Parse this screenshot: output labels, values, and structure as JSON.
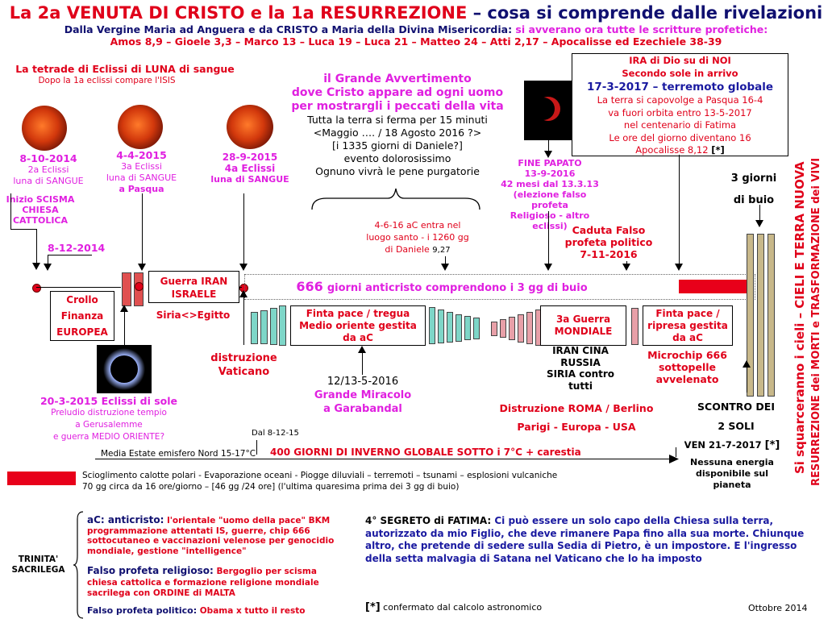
{
  "title": {
    "part1": "La 2a VENUTA DI CRISTO e la 1a RESURREZIONE",
    "part2": " – cosa si comprende dalle rivelazioni"
  },
  "subtitle": {
    "part1": "Dalla Vergine Maria ad Anguera e da CRISTO a Maria della Divina Misericordia:",
    "part2": " si avverano ora tutte le scritture profetiche:"
  },
  "references": "Amos 8,9 – Gioele 3,3 – Marco 13 – Luca 19 – Luca 21 – Matteo 24 – Atti 2,17 – Apocalisse ed Ezechiele 38-39",
  "tetrad": {
    "title": "La tetrade di Eclissi di LUNA di sangue",
    "sub": "Dopo la 1a eclissi compare l'ISIS"
  },
  "eclipse1": {
    "date": "8-10-2014",
    "l1": "2a Eclissi",
    "l2": "luna di SANGUE"
  },
  "eclipse2": {
    "date": "4-4-2015",
    "l1": "3a Eclissi",
    "l2": "luna di SANGUE",
    "l3": "a Pasqua"
  },
  "eclipse3": {
    "date": "28-9-2015",
    "l1": "4a Eclissi",
    "l2": "luna di SANGUE"
  },
  "schism": {
    "l1": "Inizio SCISMA",
    "l2": "CHIESA",
    "l3": "CATTOLICA"
  },
  "date_8_12_2014": "8-12-2014",
  "warning": {
    "l1": "il Grande Avvertimento",
    "l2": "dove Cristo appare ad ogni uomo",
    "l3": "per mostrargli i peccati della vita",
    "l4": "Tutta la terra si ferma per 15 minuti",
    "l5": "<Maggio …. / 18 Agosto 2016 ?>",
    "l6": "[i 1335 giorni di Daniele?]",
    "l7": "evento dolorosissimo",
    "l8": "Ognuno vivrà le pene purgatorie"
  },
  "papato": {
    "l1": "FINE PAPATO",
    "l2": "13-9-2016",
    "l3": "42 mesi dal 13.3.13",
    "l4": "(elezione falso profeta",
    "l5": "Religioso - altro eclissi)"
  },
  "ira": {
    "l1": "IRA di Dio su di NOI",
    "l2": "Secondo sole in arrivo",
    "l3": "17-3-2017 – terremoto globale",
    "l4": "La terra si capovolge a Pasqua 16-4",
    "l5": "va fuori orbita entro 13-5-2017",
    "l6": "nel centenario di Fatima",
    "l7": "Le ore del giorno diventano 16",
    "l8": "Apocalisse 8,12",
    "l8b": "[*]"
  },
  "buio": {
    "l1": "3 giorni",
    "l2": "di buio"
  },
  "vertical": {
    "l1": "Si squarceranno i cieli – CIELI E TERRA NUOVA",
    "l2": "RESURREZIONE dei MORTI e TRASFORMAZIONE dei VIVI"
  },
  "daniele": {
    "l1": "4-6-16 aC entra nel",
    "l2": "luogo santo - i 1260 gg",
    "l3": "di Daniele",
    "l3b": "9,27"
  },
  "falso_politico": {
    "l1": "Caduta Falso",
    "l2": "profeta politico",
    "l3": "7-11-2016"
  },
  "anticristo666": {
    "num": "666",
    "text": "giorni anticristo comprendono i 3 gg di buio"
  },
  "crollo": {
    "l1": "Crollo",
    "l2": "Finanza",
    "l3": "EUROPEA"
  },
  "guerra": {
    "l1": "Guerra IRAN",
    "l2": "ISRAELE",
    "l3": "Siria<>Egitto"
  },
  "vaticano": {
    "l1": "distruzione",
    "l2": "Vaticano"
  },
  "finta1": {
    "l1": "Finta pace / tregua",
    "l2": "Medio oriente gestita",
    "l3": "da aC"
  },
  "guerra3": {
    "l1": "3a Guerra",
    "l2": "MONDIALE"
  },
  "iran_cina": {
    "l1": "IRAN CINA",
    "l2": "RUSSIA",
    "l3": "SIRIA contro",
    "l4": "tutti"
  },
  "finta2": {
    "l1": "Finta pace /",
    "l2": "ripresa gestita",
    "l3": "da aC"
  },
  "microchip": {
    "l1": "Microchip 666",
    "l2": "sottopelle",
    "l3": "avvelenato"
  },
  "sole2015": {
    "title": "20-3-2015 Eclissi di sole",
    "l1": "Preludio distruzione tempio",
    "l2": "a Gerusalemme",
    "l3": "e guerra MEDIO ORIENTE?"
  },
  "garabandal": {
    "date": "12/13-5-2016",
    "l1": "Grande Miracolo",
    "l2": "a Garabandal"
  },
  "roma": {
    "l1": "Distruzione ROMA / Berlino",
    "l2": "Parigi - Europa - USA"
  },
  "scontro": {
    "l1": "SCONTRO DEI",
    "l2": "2 SOLI"
  },
  "ven": {
    "date": "VEN 21-7-2017",
    "star": "[*]",
    "l1": "Nessuna energia",
    "l2": "disponibile sul pianeta"
  },
  "timeline": {
    "dal": "Dal 8-12-15",
    "media": "Media Estate emisfero Nord 15-17°C",
    "inverno": "400 GIORNI DI INVERNO GLOBALE SOTTO i 7°C + carestia"
  },
  "legend": {
    "l1": "Scioglimento calotte polari - Evaporazione oceani - Piogge diluviali – terremoti – tsunami – esplosioni vulcaniche",
    "l2": "70 gg circa da 16 ore/giorno – [46 gg /24 ore] (l'ultima quaresima prima dei 3 gg di buio)"
  },
  "trinita": {
    "l1": "TRINITA'",
    "l2": "SACRILEGA"
  },
  "ac": {
    "label": "aC: anticristo:",
    "text1": " l'orientale \"uomo della pace\" BKM",
    "text2": "programmazione attentati IS, guerre, chip 666",
    "text3": "sottocutaneo e vaccinazioni velenose per genocidio",
    "text4": "mondiale, gestione \"intelligence\""
  },
  "falso_rel": {
    "label": "Falso profeta religioso:",
    "text1": " Bergoglio per scisma",
    "text2": "chiesa cattolica e formazione religione mondiale",
    "text3": "sacrilega con ORDINE di MALTA"
  },
  "falso_pol": {
    "label": "Falso profeta politico:",
    "text": " Obama x tutto il resto"
  },
  "fatima": {
    "label": "4° SEGRETO di FATIMA:",
    "text1": " Ci può essere un solo capo della Chiesa sulla terra,",
    "text2": "autorizzato da mio Figlio, che deve rimanere Papa fino alla sua morte. Chiunque",
    "text3": "altro, che pretende di sedere sulla Sedia di Pietro, è un impostore.  E l'ingresso",
    "text4": "della setta malvagia di Satana nel Vaticano che lo ha imposto"
  },
  "footnote": {
    "star": "[*]",
    "text": " confermato dal calcolo astronomico"
  },
  "date_footer": "Ottobre 2014"
}
